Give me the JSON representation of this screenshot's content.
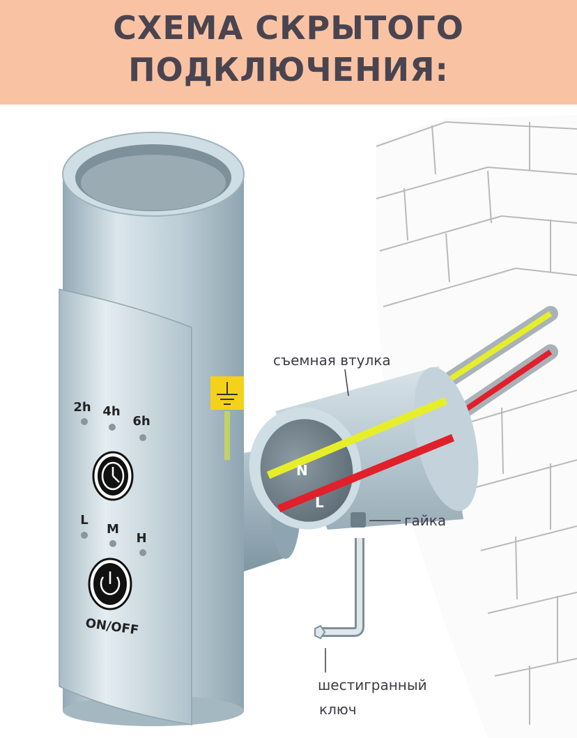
{
  "title": {
    "line1": "СХЕМА СКРЫТОГО",
    "line2": "ПОДКЛЮЧЕНИЯ:"
  },
  "labels": {
    "sleeve": "съемная втулка",
    "nut": "гайка",
    "hex_key_line1": "шестигранный",
    "hex_key_line2": "ключ"
  },
  "controls": {
    "timer_2h": "2h",
    "timer_4h": "4h",
    "timer_6h": "6h",
    "level_l": "L",
    "level_m": "M",
    "level_h": "H",
    "on_off": "ON/OFF"
  },
  "wires": {
    "neutral": "N",
    "live": "L"
  },
  "colors": {
    "header_bg": "#f9c3a3",
    "title_text": "#4a4450",
    "ground_wire": "#e6ee2a",
    "live_wire": "#e0202a",
    "pipe": "#b7cad3",
    "ground_symbol_bg": "#f4d21a"
  },
  "icons": {
    "ground": "ground-symbol-icon",
    "timer": "clock-icon",
    "power": "power-icon"
  }
}
